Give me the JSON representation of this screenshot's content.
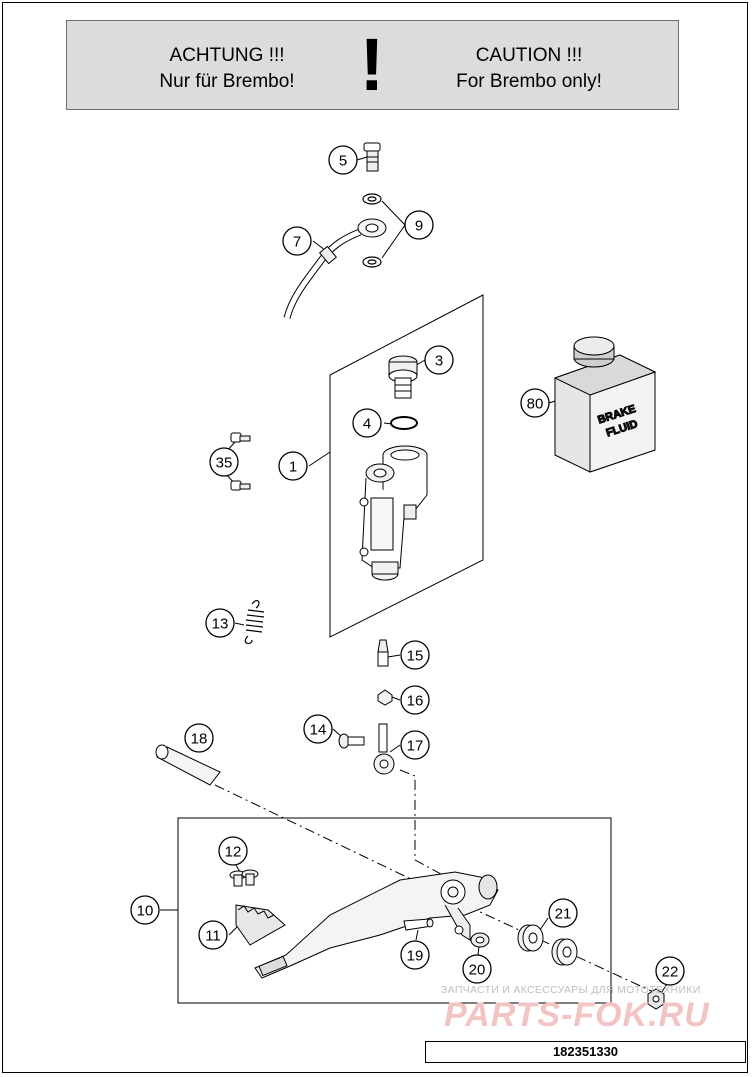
{
  "warning": {
    "german_title": "ACHTUNG !!!",
    "german_text": "Nur für Brembo!",
    "english_title": "CAUTION !!!",
    "english_text": "For Brembo only!",
    "symbol": "!"
  },
  "callouts": [
    "5",
    "9",
    "7",
    "3",
    "4",
    "1",
    "35",
    "80",
    "13",
    "15",
    "16",
    "14",
    "17",
    "18",
    "12",
    "10",
    "11",
    "21",
    "19",
    "20",
    "22"
  ],
  "brake_fluid_label": [
    "BRAKE",
    "FLUID"
  ],
  "watermark": {
    "small": "ЗАПЧАСТИ И АКСЕССУАРЫ ДЛЯ МОТОТЕХНИКИ",
    "large": "PARTS-FOK.RU",
    "color": "#e8a0a0"
  },
  "part_number": "182351330"
}
